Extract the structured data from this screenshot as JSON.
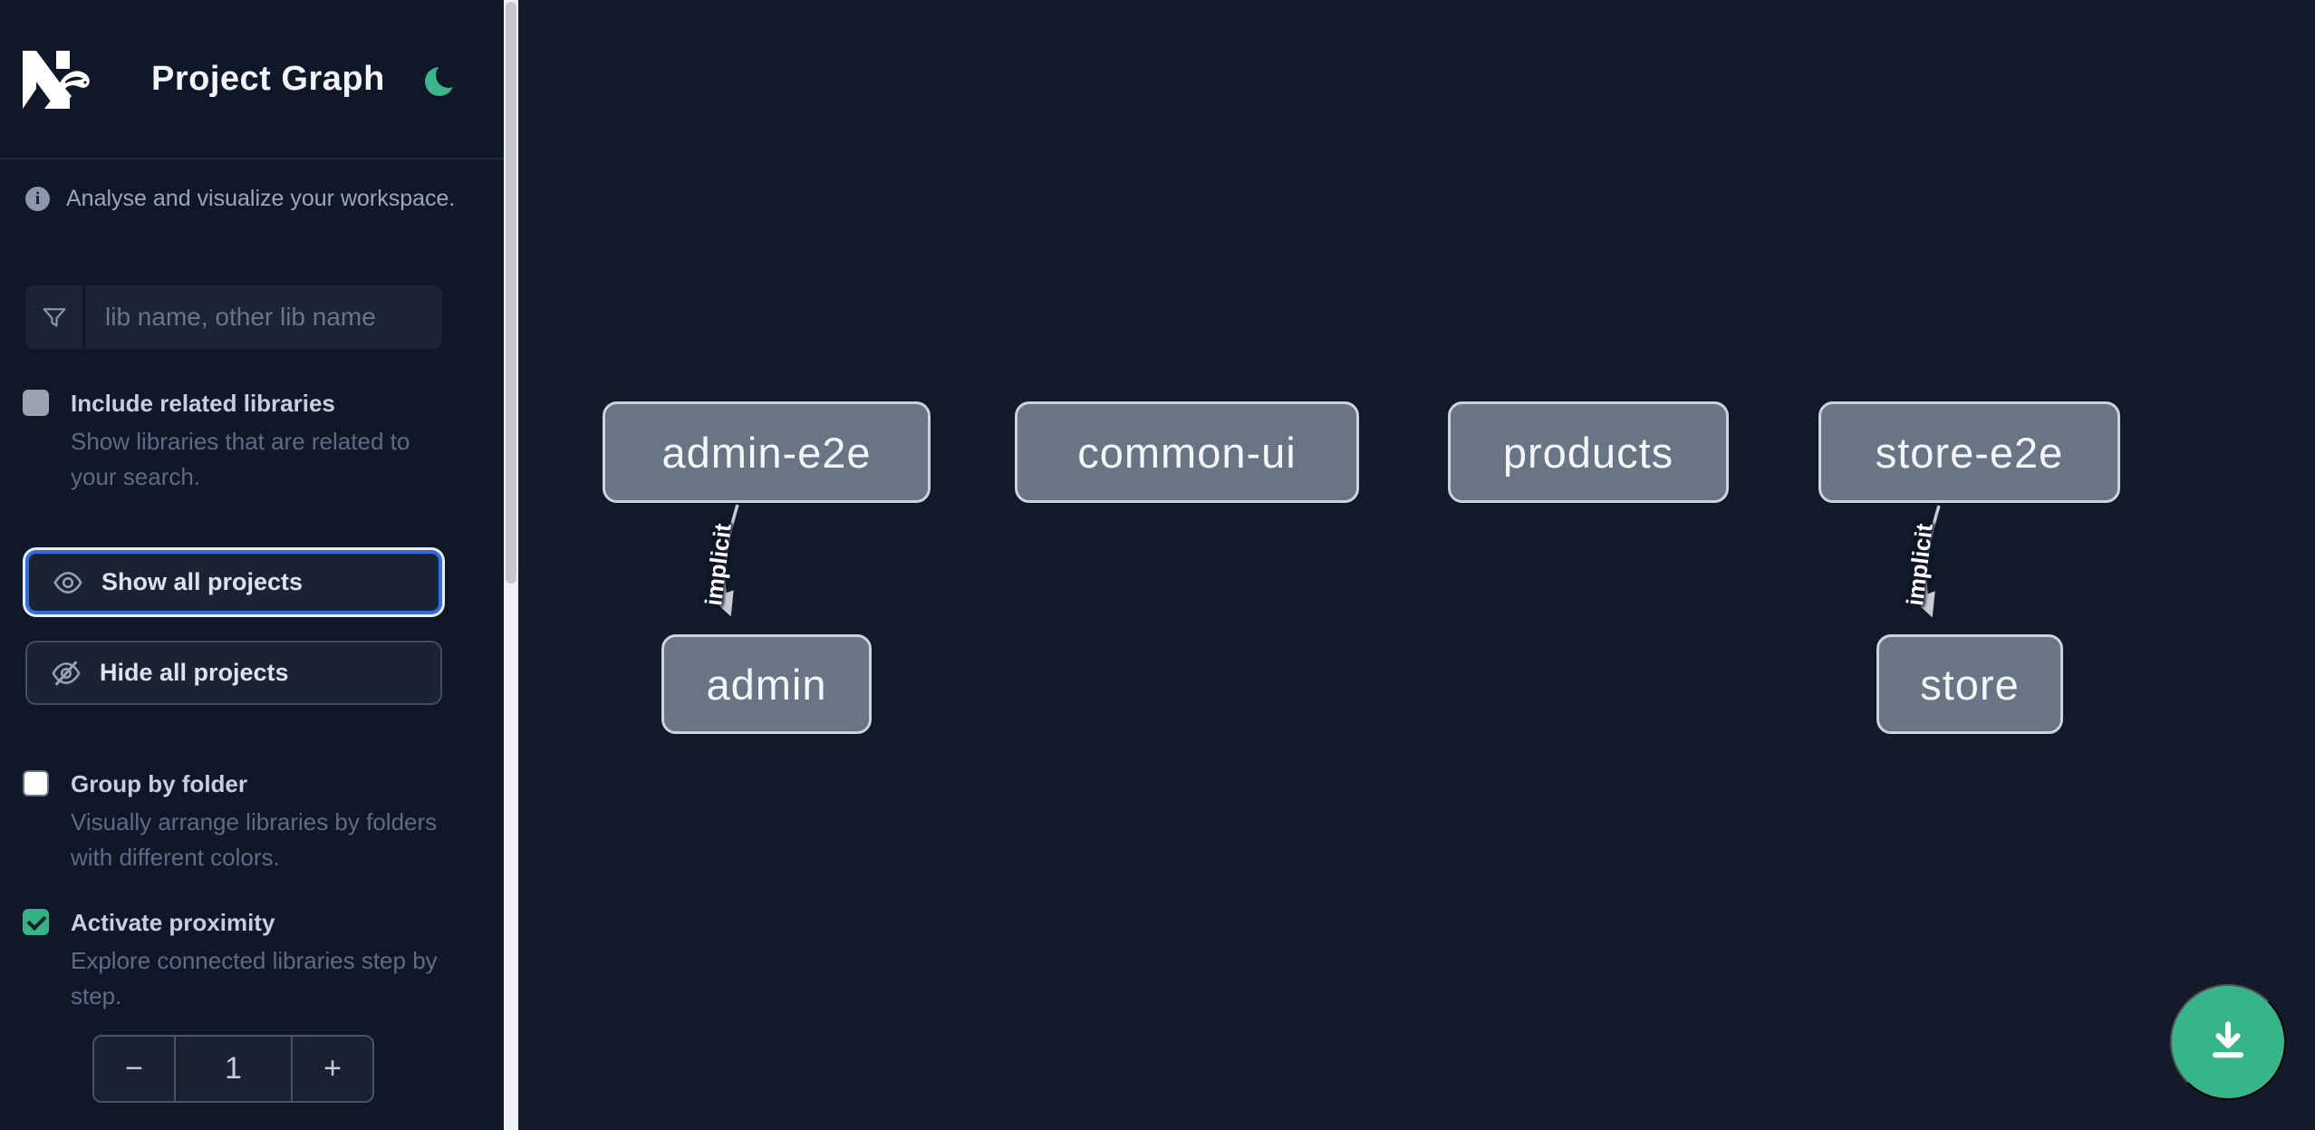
{
  "header": {
    "brand": "Nx",
    "title": "Project Graph",
    "theme_toggle_icon": "moon-icon",
    "theme_accent_color": "#3cb489"
  },
  "sidebar": {
    "info": {
      "icon": "info-icon",
      "text": "Analyse and visualize your workspace."
    },
    "search": {
      "icon": "filter-funnel-icon",
      "placeholder": "lib name, other lib name",
      "value": ""
    },
    "options": [
      {
        "label": "Include related libraries",
        "description": "Show libraries that are related to your search.",
        "checked": false,
        "disabled": true
      },
      {
        "label": "Group by folder",
        "description": "Visually arrange libraries by folders with different colors.",
        "checked": false,
        "disabled": false
      },
      {
        "label": "Activate proximity",
        "description": "Explore connected libraries step by step.",
        "checked": true,
        "disabled": false
      }
    ],
    "actions": [
      {
        "label": "Show all projects",
        "icon": "eye-icon",
        "focused": true
      },
      {
        "label": "Hide all projects",
        "icon": "eye-off-icon",
        "focused": false
      }
    ],
    "proximity_stepper": {
      "decrement_label": "−",
      "value": "1",
      "increment_label": "+"
    }
  },
  "graph": {
    "nodes": [
      {
        "id": "admin-e2e",
        "label": "admin-e2e"
      },
      {
        "id": "common-ui",
        "label": "common-ui"
      },
      {
        "id": "products",
        "label": "products"
      },
      {
        "id": "store-e2e",
        "label": "store-e2e"
      },
      {
        "id": "admin",
        "label": "admin"
      },
      {
        "id": "store",
        "label": "store"
      }
    ],
    "edges": [
      {
        "source": "admin-e2e",
        "target": "admin",
        "label": "implicit",
        "type": "implicit"
      },
      {
        "source": "store-e2e",
        "target": "store",
        "label": "implicit",
        "type": "implicit"
      }
    ]
  },
  "fab": {
    "icon": "download-icon",
    "color": "#36b688"
  },
  "colors": {
    "sidebar_background": "#0f1728",
    "canvas_background": "#131b2b",
    "node_fill": "#697484",
    "node_border": "#ccd3dc",
    "focus_ring_blue": "#2f6ce0",
    "checkbox_checked_green": "#32b582",
    "accent_green": "#36b688",
    "edge_stroke": "#c7ccd4"
  }
}
